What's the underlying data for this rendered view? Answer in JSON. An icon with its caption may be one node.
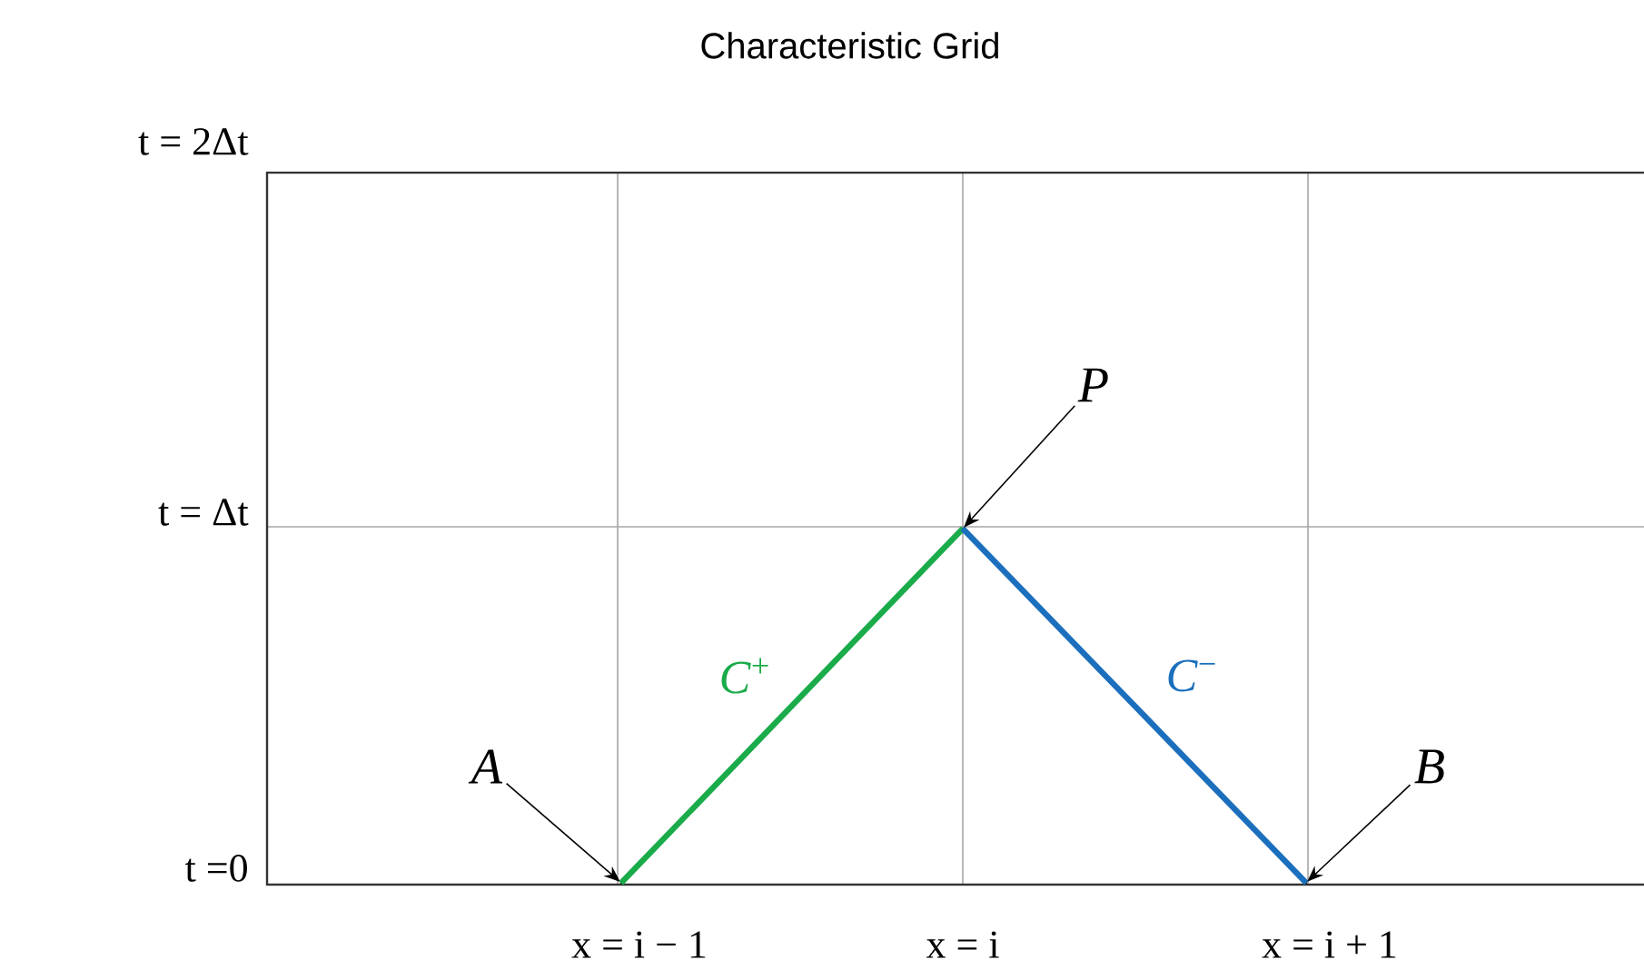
{
  "diagram": {
    "title": "Characteristic Grid",
    "nodes": [
      {
        "text": [
          "*A*"
        ]
      },
      {
        "text": [],
        "shape": "point"
      },
      {
        "text": [
          "*P*"
        ]
      },
      {
        "text": [],
        "shape": "point"
      },
      {
        "text": [
          "*B*"
        ]
      },
      {
        "text": [],
        "shape": "point"
      }
    ],
    "edges": [
      {
        "from": 0,
        "to": 1,
        "arrow": "to"
      },
      {
        "from": 1,
        "to": 3,
        "arrow": "none",
        "label": "*C*$^{+}$",
        "style": "thick",
        "color": "#1aab4a"
      },
      {
        "from": 3,
        "to": 5,
        "arrow": "none",
        "label": "*C*$^{−}$",
        "style": "thick",
        "color": "#1b6fbd"
      },
      {
        "from": 2,
        "to": 3,
        "arrow": "to"
      },
      {
        "from": 4,
        "to": 5,
        "arrow": "to"
      }
    ],
    "labels": [
      "t = 2Δt",
      "t = Δt",
      "t =0",
      "x = i − 1",
      "x = i",
      "x = i + 1"
    ]
  }
}
